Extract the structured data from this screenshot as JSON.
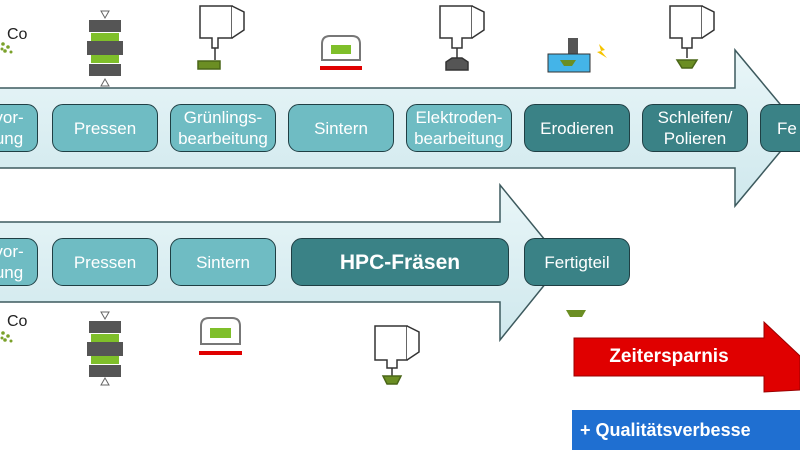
{
  "top_row": {
    "steps": [
      {
        "label": "vor-\nung"
      },
      {
        "label": "Pressen"
      },
      {
        "label": "Grünlings-\nbearbeitung"
      },
      {
        "label": "Sintern"
      },
      {
        "label": "Elektroden-\nbearbeitung"
      },
      {
        "label": "Erodieren"
      },
      {
        "label": "Schleifen/\nPolieren"
      },
      {
        "label": "Fe"
      }
    ]
  },
  "bottom_row": {
    "steps": [
      {
        "label": "vor-\nung"
      },
      {
        "label": "Pressen"
      },
      {
        "label": "Sintern"
      },
      {
        "label": "HPC-Fräsen"
      },
      {
        "label": "Fertigteil"
      }
    ]
  },
  "material_labels": {
    "top": "Co",
    "bottom": "Co"
  },
  "badges": {
    "time_saving": "Zeitersparnis",
    "quality": "+ Qualitätsverbesse"
  },
  "colors": {
    "arrow_fill": "#dff0f3",
    "step_light": "#6fbcc3",
    "step_dark": "#3a8286",
    "part_green": "#6b8e23",
    "red": "#e00000",
    "blue": "#1f6fd1"
  }
}
